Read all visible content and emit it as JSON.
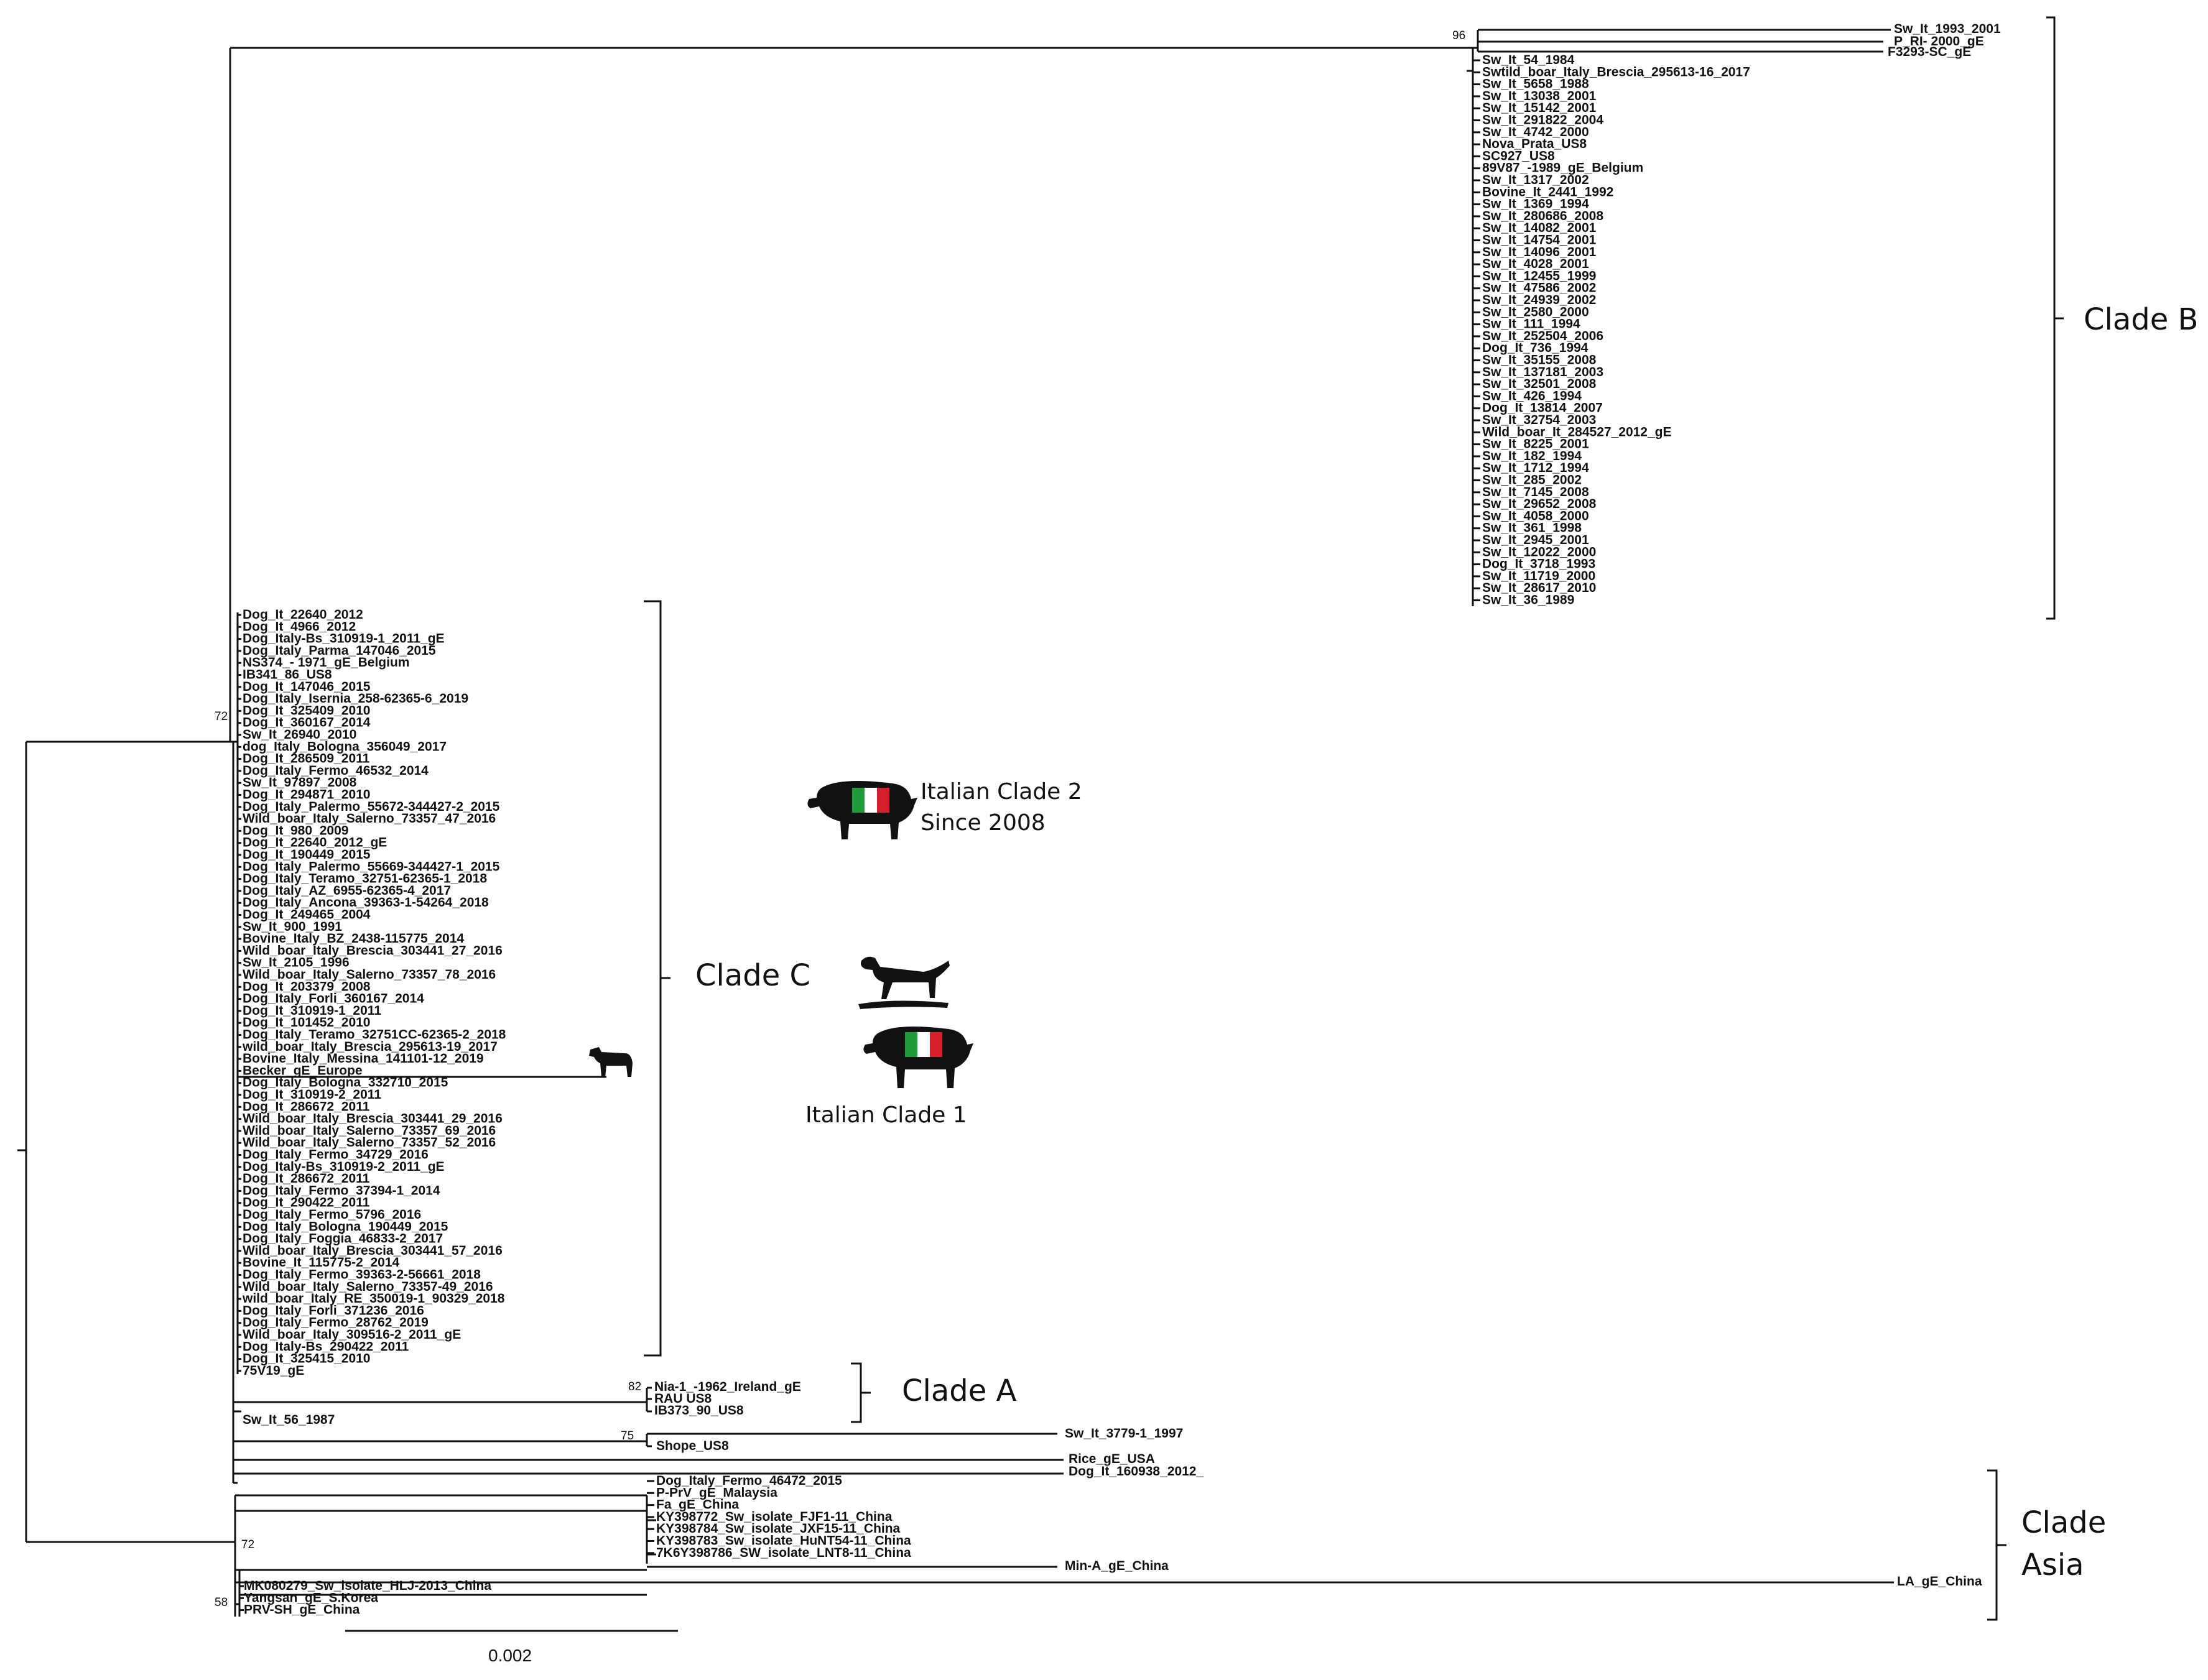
{
  "colors": {
    "line": "#111111",
    "flag_green": "#1e9b3a",
    "flag_white": "#ffffff",
    "flag_red": "#d4202a"
  },
  "icons": [
    "pig-silhouette-icon",
    "italian-flag-icon",
    "hunting-dog-icon",
    "cow-silhouette-icon"
  ],
  "clades": {
    "b": {
      "label": "Clade B"
    },
    "c": {
      "label": "Clade C"
    },
    "a": {
      "label": "Clade A"
    },
    "asia": {
      "line1": "Clade",
      "line2": "Asia"
    }
  },
  "annotations": {
    "italian_clade_2_line1": "Italian Clade 2",
    "italian_clade_2_line2": "Since 2008",
    "italian_clade_1": "Italian Clade 1"
  },
  "bootstrap": {
    "root_upper": "72",
    "top": "96",
    "clade_a": "82",
    "shope": "75",
    "asia": "72",
    "korea": "58"
  },
  "scale_bar": {
    "label": "0.002"
  },
  "top_group": [
    "Sw_It_1993_2001",
    "P_RI- 2000_gE",
    "F3293-SC_gE"
  ],
  "clade_b_leaves": [
    "Sw_It_54_1984",
    "Swtild_boar_Italy_Brescia_295613-16_2017",
    "Sw_It_5658_1988",
    "Sw_It_13038_2001",
    "Sw_It_15142_2001",
    "Sw_It_291822_2004",
    "Sw_It_4742_2000",
    "Nova_Prata_US8",
    "SC927_US8",
    "89V87_-1989_gE_Belgium",
    "Sw_It_1317_2002",
    "Bovine_It_2441_1992",
    "Sw_It_1369_1994",
    "Sw_It_280686_2008",
    "Sw_It_14082_2001",
    "Sw_It_14754_2001",
    "Sw_It_14096_2001",
    "Sw_It_4028_2001",
    "Sw_It_12455_1999",
    "Sw_It_47586_2002",
    "Sw_It_24939_2002",
    "Sw_It_2580_2000",
    "Sw_It_111_1994",
    "Sw_It_252504_2006",
    "Dog_It_736_1994",
    "Sw_It_35155_2008",
    "Sw_It_137181_2003",
    "Sw_It_32501_2008",
    "Sw_It_426_1994",
    "Dog_It_13814_2007",
    "Sw_It_32754_2003",
    "Wild_boar_It_284527_2012_gE",
    "Sw_It_8225_2001",
    "Sw_It_182_1994",
    "Sw_It_1712_1994",
    "Sw_It_285_2002",
    "Sw_It_7145_2008",
    "Sw_It_29652_2008",
    "Sw_It_4058_2000",
    "Sw_It_361_1998",
    "Sw_It_2945_2001",
    "Sw_It_12022_2000",
    "Dog_It_3718_1993",
    "Sw_It_11719_2000",
    "Sw_It_28617_2010",
    "Sw_It_36_1989"
  ],
  "clade_c_leaves": [
    "Dog_It_22640_2012",
    "Dog_It_4966_2012",
    "Dog_Italy-Bs_310919-1_2011_gE",
    "Dog_Italy_Parma_147046_2015",
    "NS374_- 1971_gE_Belgium",
    "IB341_86_US8",
    "Dog_It_147046_2015",
    "Dog_Italy_Isernia_258-62365-6_2019",
    "Dog_It_325409_2010",
    "Dog_It_360167_2014",
    "Sw_It_26940_2010",
    "dog_Italy_Bologna_356049_2017",
    "Dog_It_286509_2011",
    "Dog_Italy_Fermo_46532_2014",
    "Sw_It_97897_2008",
    "Dog_It_294871_2010",
    "Dog_Italy_Palermo_55672-344427-2_2015",
    "Wild_boar_Italy_Salerno_73357_47_2016",
    "Dog_It_980_2009",
    "Dog_It_22640_2012_gE",
    "Dog_It_190449_2015",
    "Dog_Italy_Palermo_55669-344427-1_2015",
    "Dog_Italy_Teramo_32751-62365-1_2018",
    "Dog_Italy_AZ_6955-62365-4_2017",
    "Dog_Italy_Ancona_39363-1-54264_2018",
    "Dog_It_249465_2004",
    "Sw_It_900_1991",
    "Bovine_Italy_BZ_2438-115775_2014",
    "Wild_boar_Italy_Brescia_303441_27_2016",
    "Sw_It_2105_1996",
    "Wild_boar_Italy_Salerno_73357_78_2016",
    "Dog_It_203379_2008",
    "Dog_Italy_Forli_360167_2014",
    "Dog_It_310919-1_2011",
    "Dog_It_101452_2010",
    "Dog_Italy_Teramo_32751CC-62365-2_2018",
    "wild_boar_Italy_Brescia_295613-19_2017",
    "Bovine_Italy_Messina_141101-12_2019",
    "Becker_gE_Europe",
    "Dog_Italy_Bologna_332710_2015",
    "Dog_It_310919-2_2011",
    "Dog_It_286672_2011",
    "Wild_boar_Italy_Brescia_303441_29_2016",
    "Wild_boar_Italy_Salerno_73357_69_2016",
    "Wild_boar_Italy_Salerno_73357_52_2016",
    "Dog_Italy_Fermo_34729_2016",
    "Dog_Italy-Bs_310919-2_2011_gE",
    "Dog_It_286672_2011",
    "Dog_Italy_Fermo_37394-1_2014",
    "Dog_It_290422_2011",
    "Dog_Italy_Fermo_5796_2016",
    "Dog_Italy_Bologna_190449_2015",
    "Dog_Italy_Foggia_46833-2_2017",
    "Wild_boar_Italy_Brescia_303441_57_2016",
    "Bovine_It_115775-2_2014",
    "Dog_Italy_Fermo_39363-2-56661_2018",
    "Wild_boar_Italy_Salerno_73357-49_2016",
    "wild_boar_Italy_RE_350019-1_90329_2018",
    "Dog_Italy_Forli_371236_2016",
    "Dog_Italy_Fermo_28762_2019",
    "Wild_boar_Italy_309516-2_2011_gE",
    "Dog_Italy-Bs_290422_2011",
    "Dog_It_325415_2010",
    "75V19_gE"
  ],
  "clade_a_leaves": [
    "Nia-1_-1962_Ireland_gE",
    "RAU US8",
    "IB373_90_US8"
  ],
  "misc_leaves": {
    "sw56": "Sw_It_56_1987",
    "shope": "Shope_US8",
    "sw3779": "Sw_It_3779-1_1997",
    "rice": "Rice_gE_USA",
    "dog160938": "Dog_It_160938_2012_"
  },
  "asia_leaves": [
    "Dog_Italy_Fermo_46472_2015",
    "P-PrV_gE_Malaysia",
    "Fa_gE_China",
    "KY398772_Sw_isolate_FJF1-11_China",
    "KY398784_Sw_isolate_JXF15-11_China",
    "KY398783_Sw_isolate_HuNT54-11_China",
    "7K6Y398786_SW_isolate_LNT8-11_China"
  ],
  "asia_misc": {
    "mina": "Min-A_gE_China",
    "la": "LA_gE_China"
  },
  "korea_leaves": [
    "MK080279_Sw_isolate_HLJ-2013_China",
    "Yangsan_gE_S.Korea",
    "PRV-SH_gE_China"
  ]
}
